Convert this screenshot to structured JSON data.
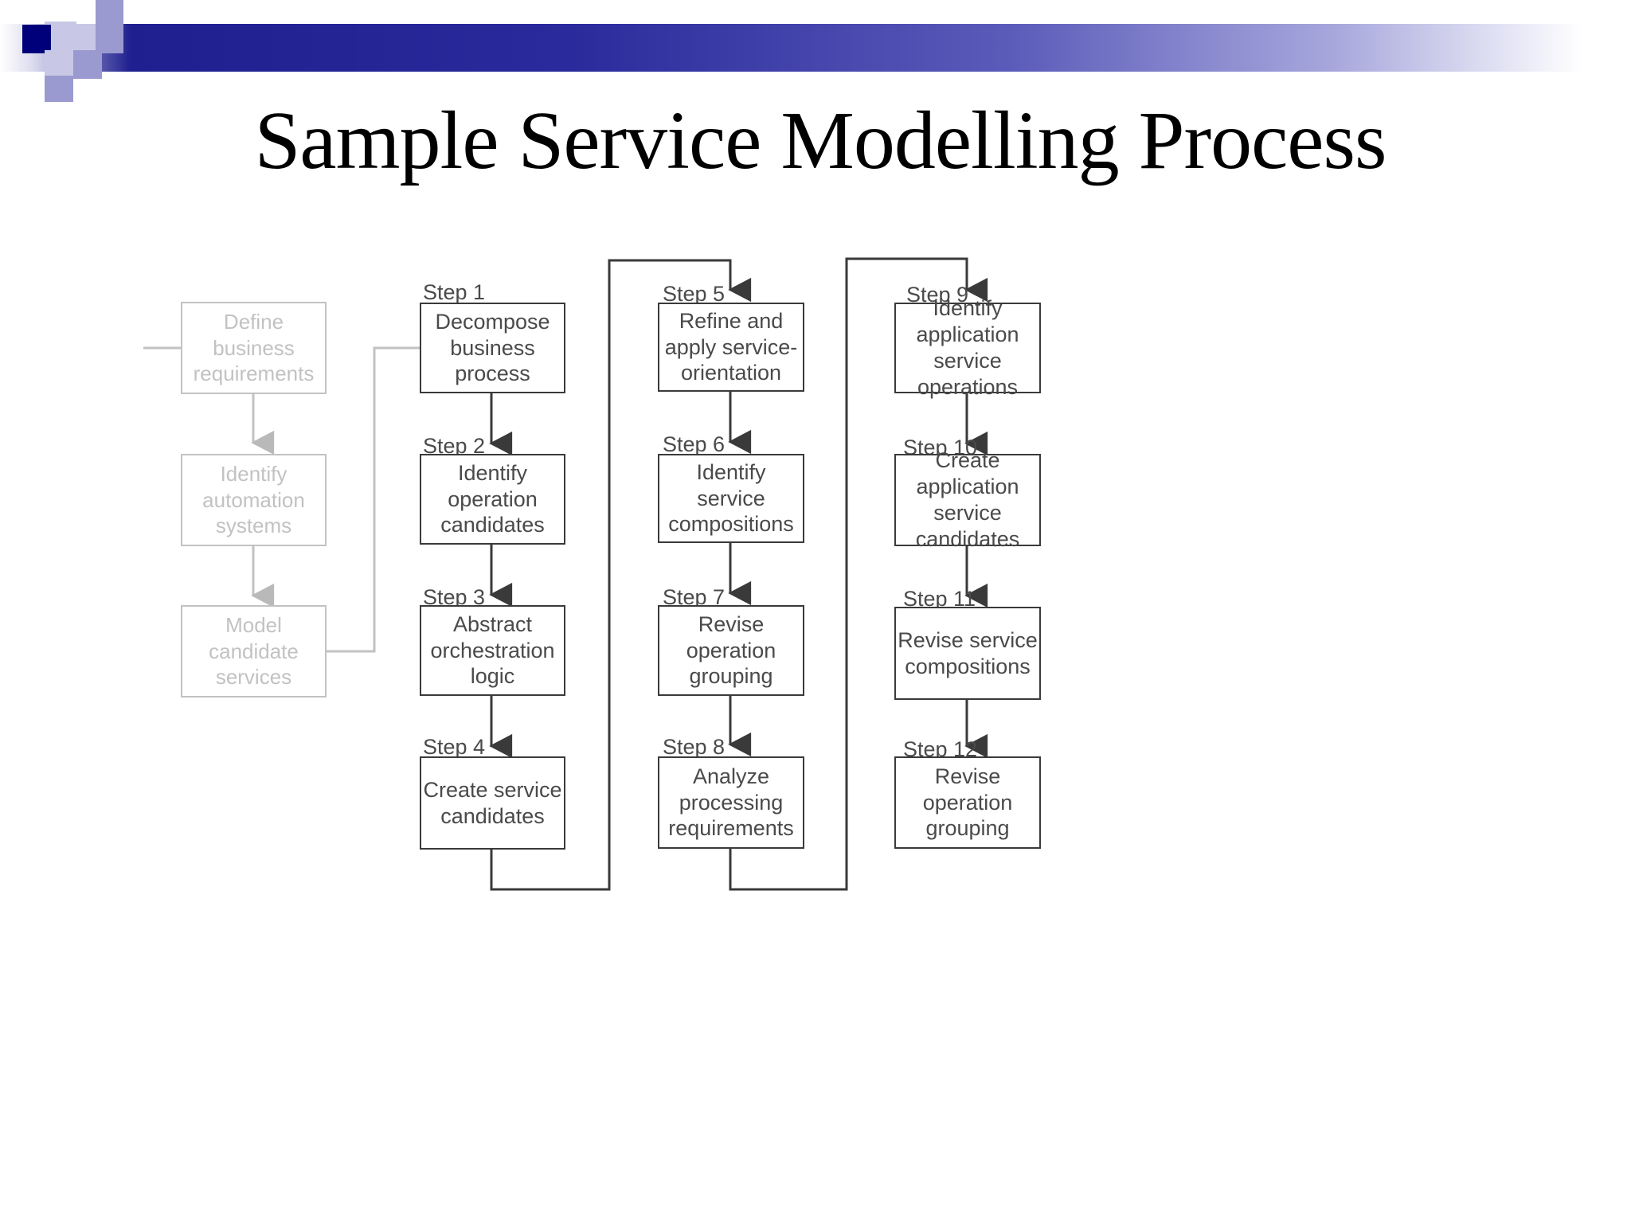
{
  "slide": {
    "title": "Sample Service Modelling Process",
    "accent_dark": "#00007a",
    "accent_mid": "#9a9ad0",
    "accent_light": "#c8c8e6",
    "band_color": "#1f1f8f"
  },
  "diagram": {
    "type": "flowchart",
    "faint_column": {
      "note": "left preliminary column rendered in light gray",
      "nodes": [
        {
          "id": "pre1",
          "label": "Define business requirements"
        },
        {
          "id": "pre2",
          "label": "Identify automation systems"
        },
        {
          "id": "pre3",
          "label": "Model candidate services"
        }
      ]
    },
    "columns": [
      {
        "index": 1,
        "steps": [
          {
            "step": "Step 1",
            "label": "Decompose business process"
          },
          {
            "step": "Step 2",
            "label": "Identify operation candidates"
          },
          {
            "step": "Step 3",
            "label": "Abstract orchestration logic"
          },
          {
            "step": "Step 4",
            "label": "Create service candidates"
          }
        ]
      },
      {
        "index": 2,
        "steps": [
          {
            "step": "Step 5",
            "label": "Refine and apply service-orientation"
          },
          {
            "step": "Step 6",
            "label": "Identify service compositions"
          },
          {
            "step": "Step 7",
            "label": "Revise operation grouping"
          },
          {
            "step": "Step 8",
            "label": "Analyze processing requirements"
          }
        ]
      },
      {
        "index": 3,
        "steps": [
          {
            "step": "Step 9",
            "label": "Identify application service operations"
          },
          {
            "step": "Step 10",
            "label": "Create application service candidates"
          },
          {
            "step": "Step 11",
            "label": "Revise service compositions"
          },
          {
            "step": "Step 12",
            "label": "Revise operation grouping"
          }
        ]
      }
    ]
  }
}
